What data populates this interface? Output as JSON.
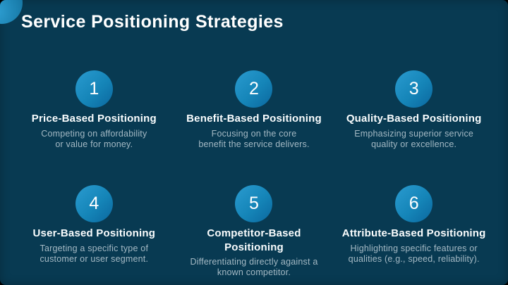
{
  "slide": {
    "title": "Service Positioning Strategies",
    "colors": {
      "background": "#083a52",
      "accent_blue_light": "#2a9bd0",
      "accent_blue_dark": "#0b679e",
      "heading_text": "#ffffff",
      "description_text": "#a4b9c4"
    },
    "items": [
      {
        "number": "1",
        "heading": "Price-Based Positioning",
        "description": "Competing on affordability\nor value for money."
      },
      {
        "number": "2",
        "heading": "Benefit-Based Positioning",
        "description": "Focusing on the core\nbenefit the service delivers."
      },
      {
        "number": "3",
        "heading": "Quality-Based Positioning",
        "description": "Emphasizing superior service\nquality or excellence."
      },
      {
        "number": "4",
        "heading": "User-Based Positioning",
        "description": "Targeting a specific type of\ncustomer or user segment."
      },
      {
        "number": "5",
        "heading": "Competitor-Based Positioning",
        "description": "Differentiating directly against a\nknown competitor."
      },
      {
        "number": "6",
        "heading": "Attribute-Based Positioning",
        "description": "Highlighting specific features or\nqualities (e.g., speed, reliability)."
      }
    ]
  }
}
